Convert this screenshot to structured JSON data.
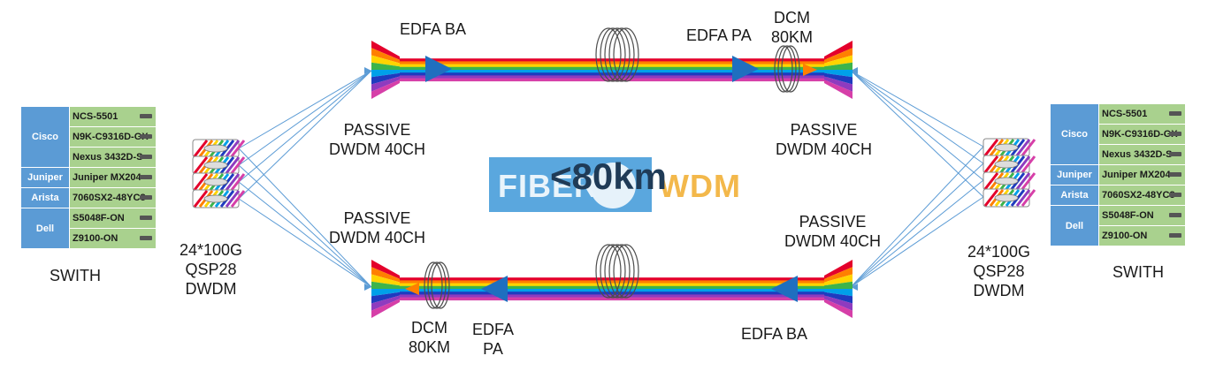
{
  "labels": {
    "edfa_ba_top": "EDFA BA",
    "edfa_pa_top": "EDFA PA",
    "dcm_top": [
      "DCM",
      "80KM"
    ],
    "passive_top_left": [
      "PASSIVE",
      "DWDM 40CH"
    ],
    "passive_top_right": [
      "PASSIVE",
      "DWDM 40CH"
    ],
    "passive_bottom_left": [
      "PASSIVE",
      "DWDM 40CH"
    ],
    "passive_bottom_right": [
      "PASSIVE",
      "DWDM 40CH"
    ],
    "dcm_bottom": [
      "DCM",
      "80KM"
    ],
    "edfa_pa_bottom": [
      "EDFA",
      "PA"
    ],
    "edfa_ba_bottom": "EDFA BA",
    "transceiver_left": [
      "24*100G",
      "QSP28",
      "DWDM"
    ],
    "transceiver_right": [
      "24*100G",
      "QSP28",
      "DWDM"
    ],
    "distance": "<80km"
  },
  "watermark": {
    "part1": "FIBER",
    "part2": "WDM"
  },
  "switch_left": {
    "caption": "SWITH",
    "vendors": [
      {
        "name": "Cisco",
        "models": [
          "NCS-5501",
          "N9K-C9316D-GX",
          "Nexus 3432D-S"
        ]
      },
      {
        "name": "Juniper",
        "models": [
          "Juniper MX204"
        ]
      },
      {
        "name": "Arista",
        "models": [
          "7060SX2-48YC8"
        ]
      },
      {
        "name": "Dell",
        "models": [
          "S5048F-ON",
          "Z9100-ON"
        ]
      }
    ]
  },
  "switch_right": {
    "caption": "SWITH",
    "vendors": [
      {
        "name": "Cisco",
        "models": [
          "NCS-5501",
          "N9K-C9316D-GX",
          "Nexus 3432D-S"
        ]
      },
      {
        "name": "Juniper",
        "models": [
          "Juniper MX204"
        ]
      },
      {
        "name": "Arista",
        "models": [
          "7060SX2-48YC8"
        ]
      },
      {
        "name": "Dell",
        "models": [
          "S5048F-ON",
          "Z9100-ON"
        ]
      }
    ]
  },
  "colors": {
    "amplifier": "#1f6fbf",
    "switch_vendor": "#5b9bd5",
    "switch_model": "#a9d18e",
    "connection_line": "#5b9bd5",
    "spectrum": [
      "#e4002b",
      "#ff7f00",
      "#ffd400",
      "#3cb44b",
      "#00a0e9",
      "#1f3bbf",
      "#8e3bbf",
      "#d63fa8"
    ]
  }
}
